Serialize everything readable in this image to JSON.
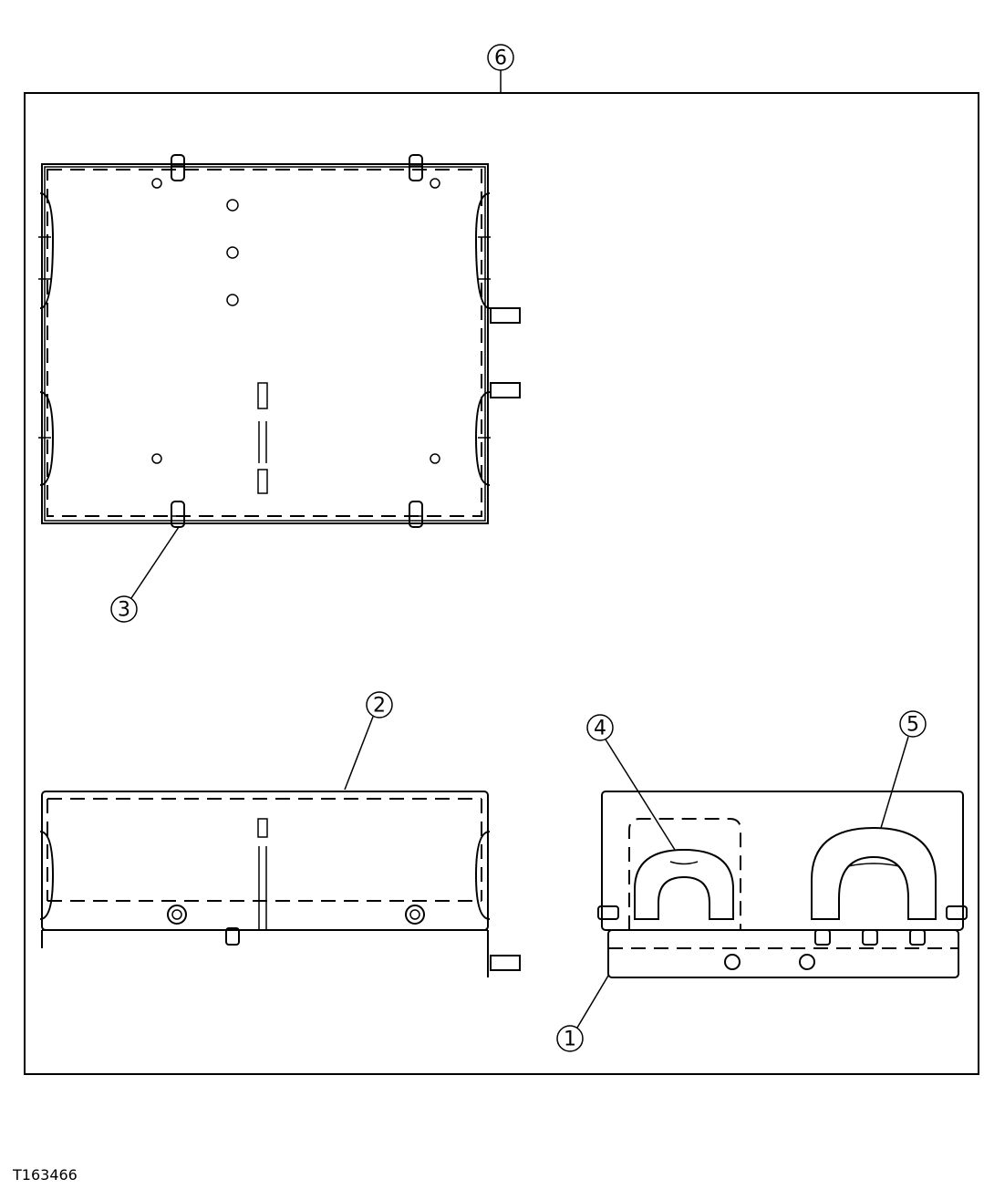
{
  "callouts": {
    "c1": "1",
    "c2": "2",
    "c3": "3",
    "c4": "4",
    "c5": "5",
    "c6": "6"
  },
  "figure_id": "T163466"
}
